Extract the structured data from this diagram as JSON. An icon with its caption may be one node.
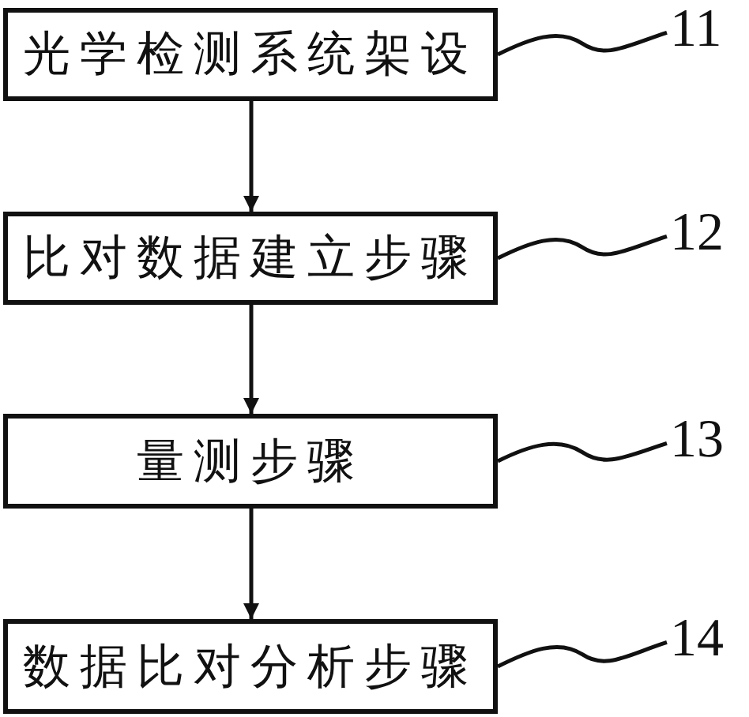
{
  "diagram": {
    "nodes": [
      {
        "text": [
          "光学检测系统架设"
        ]
      },
      {
        "text": [
          "比对数据建立步骤"
        ]
      },
      {
        "text": [
          "量测步骤"
        ]
      },
      {
        "text": [
          "数据比对分析步骤"
        ]
      },
      {
        "text": [
          "11"
        ]
      },
      {
        "text": [
          "12"
        ]
      },
      {
        "text": [
          "13"
        ]
      },
      {
        "text": [
          "14"
        ]
      }
    ],
    "edges": [
      {
        "from": 0,
        "to": 1,
        "arrow": "to"
      },
      {
        "from": 1,
        "to": 2,
        "arrow": "to"
      },
      {
        "from": 2,
        "to": 3,
        "arrow": "to"
      },
      {
        "from": 4,
        "to": 0,
        "arrow": "none"
      },
      {
        "from": 5,
        "to": 1,
        "arrow": "none"
      },
      {
        "from": 6,
        "to": 2,
        "arrow": "none"
      },
      {
        "from": 7,
        "to": 3,
        "arrow": "none"
      }
    ]
  }
}
